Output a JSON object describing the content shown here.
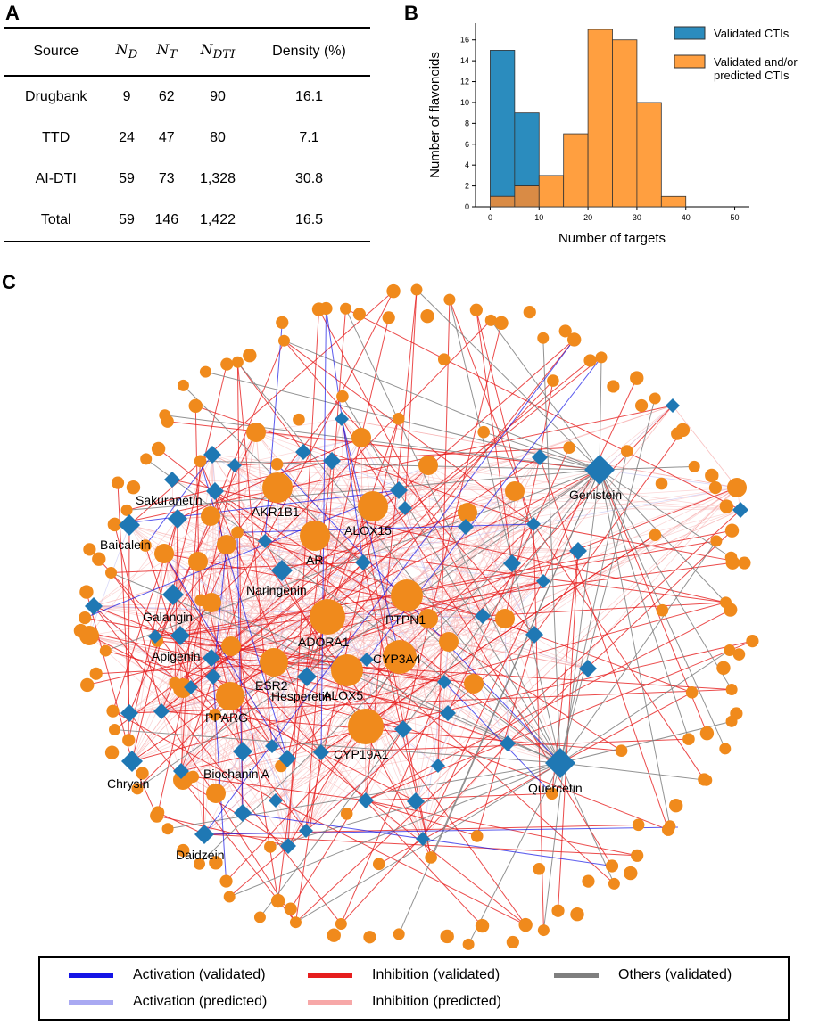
{
  "panel_labels": {
    "a": "A",
    "b": "B",
    "c": "C"
  },
  "table": {
    "headers": {
      "source": "Source",
      "nd_main": "N",
      "nd_sub": "D",
      "nt_main": "N",
      "nt_sub": "T",
      "ndti_main": "N",
      "ndti_sub": "DTI",
      "density": "Density (%)"
    },
    "rows": [
      {
        "source": "Drugbank",
        "nd": "9",
        "nt": "62",
        "ndti": "90",
        "density": "16.1"
      },
      {
        "source": "TTD",
        "nd": "24",
        "nt": "47",
        "ndti": "80",
        "density": "7.1"
      },
      {
        "source": "AI-DTI",
        "nd": "59",
        "nt": "73",
        "ndti": "1,328",
        "density": "30.8"
      },
      {
        "source": "Total",
        "nd": "59",
        "nt": "146",
        "ndti": "1,422",
        "density": "16.5"
      }
    ]
  },
  "chart_data": [
    {
      "type": "bar",
      "subtype": "overlaid histogram",
      "xlabel": "Number of targets",
      "ylabel": "Number of flavonoids",
      "xlim": [
        -3,
        53
      ],
      "ylim": [
        0,
        17.6
      ],
      "xticks": [
        0,
        10,
        20,
        30,
        40,
        50
      ],
      "yticks": [
        0,
        2,
        4,
        6,
        8,
        10,
        12,
        14,
        16
      ],
      "bin_edges": [
        0,
        5,
        10,
        15,
        20,
        25,
        30,
        35,
        40
      ],
      "legend_position": "top-right",
      "series": [
        {
          "name": "Validated CTIs",
          "color": "#2b8cbe",
          "values": [
            15,
            9,
            0,
            0,
            0,
            0,
            0,
            0
          ]
        },
        {
          "name": "Validated and/or predicted CTIs",
          "color": "#ff9f40",
          "values": [
            1,
            2,
            3,
            7,
            17,
            16,
            10,
            1
          ]
        }
      ],
      "overlap_color": "#d98b45"
    },
    {
      "type": "network",
      "colors": {
        "target": "#f08a1c",
        "compound": "#1f78b4",
        "activation_validated": "#1414e6",
        "activation_predicted": "#a9a9f2",
        "inhibition_validated": "#e61e1e",
        "inhibition_predicted": "#f7a8a8",
        "others_validated": "#7f7f7f"
      },
      "labels": {
        "akr1b1": "AKR1B1",
        "alox15": "ALOX15",
        "ar": "AR",
        "ptpn1": "PTPN1",
        "adora1": "ADORA1",
        "cyp3a4": "CYP3A4",
        "esr2": "ESR2",
        "alox5": "ALOX5",
        "pparg": "PPARG",
        "cyp19a1": "CYP19A1",
        "sakuranetin": "Sakuranetin",
        "baicalein": "Baicalein",
        "naringenin": "Naringenin",
        "galangin": "Galangin",
        "apigenin": "Apigenin",
        "hesperetin": "Hesperetin",
        "chrysin": "Chrysin",
        "biochanin": "Biochanin A",
        "daidzein": "Daidzein",
        "genistein": "Genistein",
        "quercetin": "Quercetin"
      }
    }
  ],
  "legend": {
    "activation_validated": "Activation (validated)",
    "activation_predicted": "Activation (predicted)",
    "inhibition_validated": "Inhibition (validated)",
    "inhibition_predicted": "Inhibition (predicted)",
    "others_validated": "Others (validated)"
  }
}
